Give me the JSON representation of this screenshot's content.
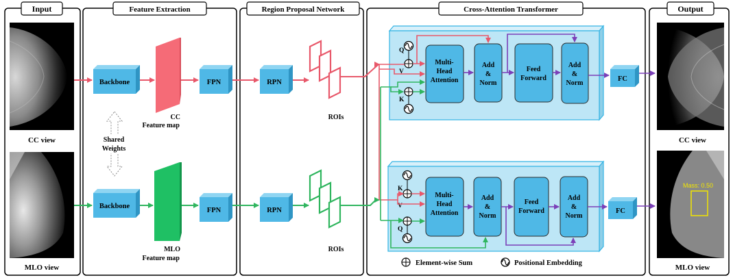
{
  "sections": {
    "input": "Input",
    "feature_extraction": "Feature Extraction",
    "rpn": "Region Proposal Network",
    "cat": "Cross-Attention Transformer",
    "output": "Output"
  },
  "input": {
    "cc_view": "CC view",
    "mlo_view": "MLO view"
  },
  "feature": {
    "backbone": "Backbone",
    "shared_line1": "Shared",
    "shared_line2": "Weights",
    "cc_map_line1": "CC",
    "cc_map_line2": "Feature map",
    "mlo_map_line1": "MLO",
    "mlo_map_line2": "Feature map",
    "fpn": "FPN"
  },
  "rpn": {
    "label": "RPN",
    "rois": "ROIs"
  },
  "transformer": {
    "q": "Q",
    "k": "K",
    "v": "V",
    "mha_line1": "Multi-",
    "mha_line2": "Head",
    "mha_line3": "Attention",
    "addnorm_line1": "Add",
    "addnorm_line2": "&",
    "addnorm_line3": "Norm",
    "ff_line1": "Feed",
    "ff_line2": "Forward",
    "fc": "FC"
  },
  "legend": {
    "sum": "Element-wise Sum",
    "pos": "Positional Embedding"
  },
  "output": {
    "cc_view": "CC view",
    "mlo_view": "MLO view",
    "detection": "Mass: 0.50"
  },
  "colors": {
    "box": "#4fb8e6",
    "box_top": "#8fd5f2",
    "box_side": "#2f95c4",
    "panel": "#bde6f6",
    "panel_edge": "#34b4e4",
    "cc_path": "#e8586a",
    "mlo_path": "#2fb55e",
    "purple": "#7b3fb8",
    "yellow": "#f2e600",
    "feature_cc": "#f56b77",
    "feature_mlo": "#1fc064"
  }
}
